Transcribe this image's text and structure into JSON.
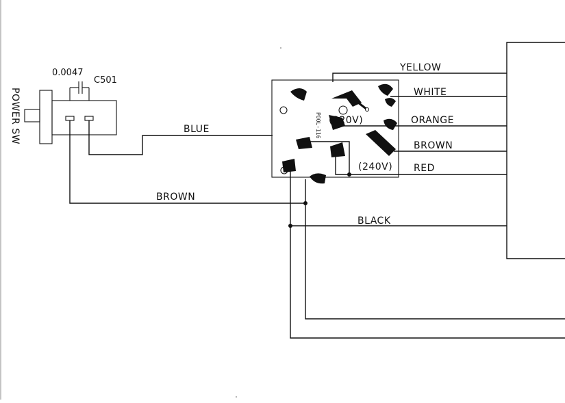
{
  "capacitor": {
    "value": "0.0047",
    "ref": "C501"
  },
  "switch": {
    "label": "POWER SW"
  },
  "wires": {
    "blue": "BLUE",
    "brown_left": "BROWN",
    "black": "BLACK",
    "yellow": "YELLOW",
    "white": "WHITE",
    "orange": "ORANGE",
    "brown_right": "BROWN",
    "red": "RED"
  },
  "selector": {
    "v220": "(220V)",
    "v240": "(240V)",
    "pcb_marking": "POOL-116"
  }
}
